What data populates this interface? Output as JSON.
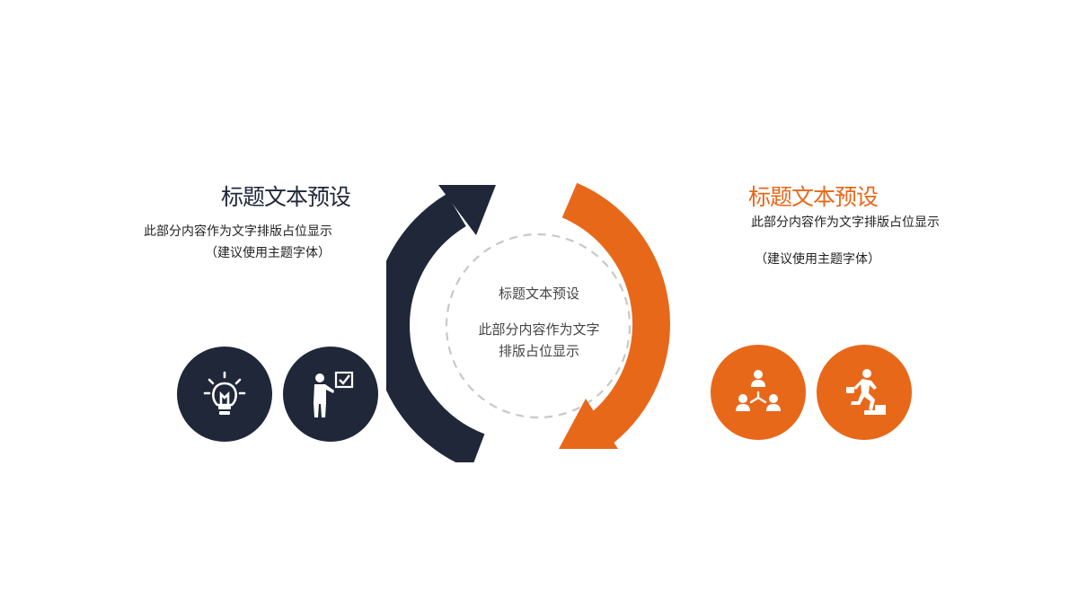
{
  "left": {
    "title": "标题文本预设",
    "body_line1": "此部分内容作为文字排版占位显示",
    "body_line2": "（建议使用主题字体）"
  },
  "center": {
    "title": "标题文本预设",
    "body": "此部分内容作为文字排版占位显示"
  },
  "right": {
    "title": "标题文本预设",
    "body_line1": "此部分内容作为文字排版占位显示",
    "body_line2": "（建议使用主题字体）"
  },
  "colors": {
    "navy": "#1f2739",
    "orange": "#e8681a",
    "dashed_circle": "#c8c8c8"
  },
  "icons": [
    "lightbulb-icon",
    "presenter-checklist-icon",
    "team-hierarchy-icon",
    "running-up-stairs-icon"
  ]
}
